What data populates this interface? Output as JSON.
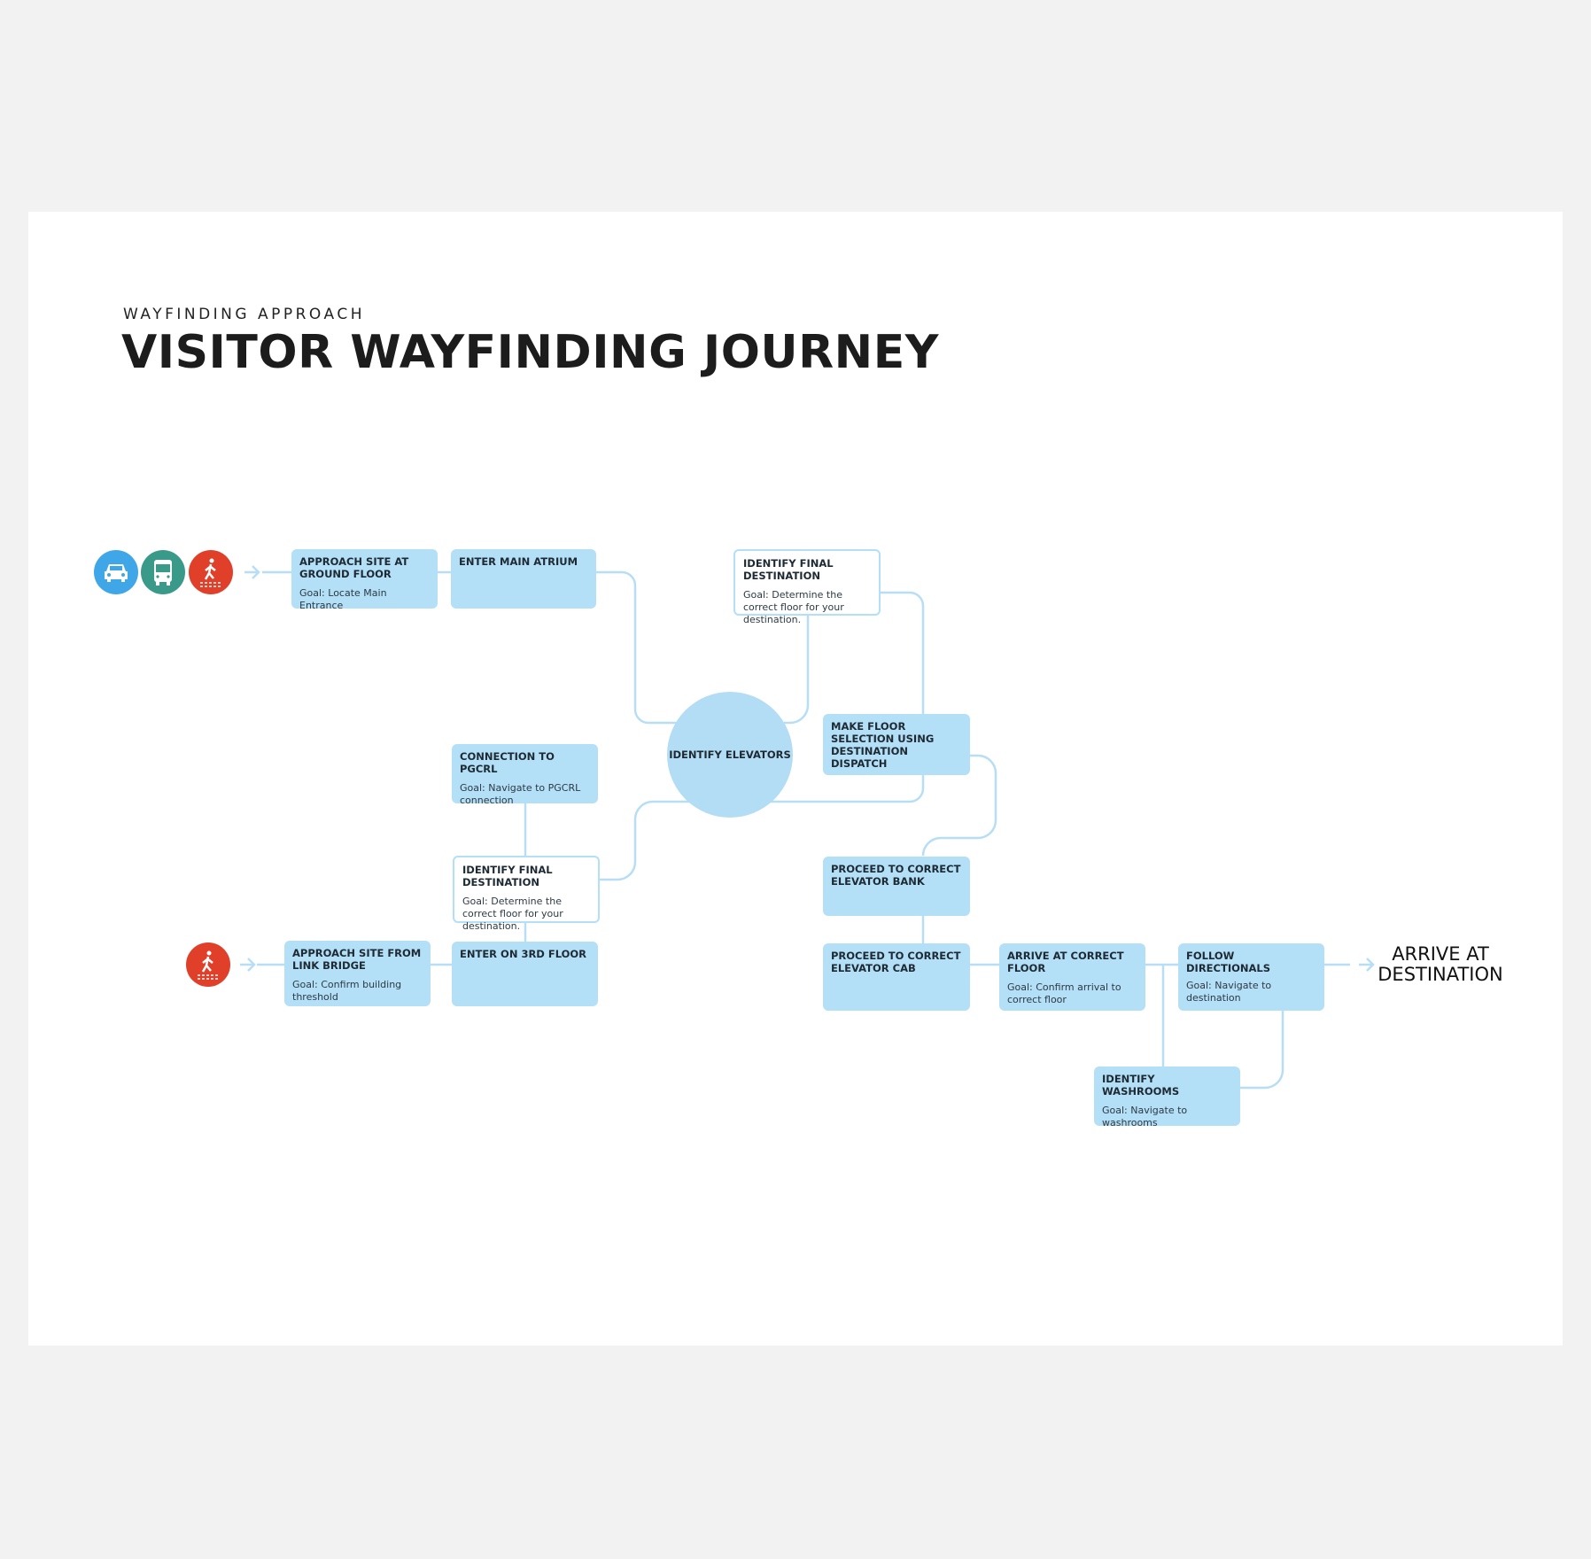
{
  "header": {
    "eyebrow": "WAYFINDING APPROACH",
    "title": "VISITOR WAYFINDING JOURNEY"
  },
  "colors": {
    "box": "#b3dff7",
    "line": "#b8def5",
    "car": "#3fa6e8",
    "bus": "#3a9a8a",
    "pedestrian": "#e0402a"
  },
  "start_icons": {
    "top": [
      "car-icon",
      "bus-icon",
      "pedestrian-icon"
    ],
    "bottom": [
      "pedestrian-icon"
    ]
  },
  "nodes": {
    "approach_ground": {
      "title": "APPROACH SITE AT GROUND FLOOR",
      "goal": "Goal: Locate Main Entrance"
    },
    "enter_atrium": {
      "title": "ENTER MAIN ATRIUM"
    },
    "final_dest_top": {
      "title": "IDENTIFY FINAL DESTINATION",
      "goal": "Goal: Determine the correct floor for your destination."
    },
    "identify_elevators": {
      "title": "IDENTIFY ELEVATORS"
    },
    "floor_selection": {
      "title": "MAKE FLOOR SELECTION USING DESTINATION DISPATCH"
    },
    "pgcrl": {
      "title": "CONNECTION TO PGCRL",
      "goal": "Goal: Navigate to PGCRL connection"
    },
    "final_dest_bottom": {
      "title": "IDENTIFY FINAL DESTINATION",
      "goal": "Goal: Determine the correct floor for your destination."
    },
    "enter_3rd": {
      "title": "ENTER ON 3RD FLOOR"
    },
    "approach_bridge": {
      "title": "APPROACH SITE FROM LINK BRIDGE",
      "goal": "Goal: Confirm building threshold"
    },
    "elevator_bank": {
      "title": "PROCEED TO CORRECT ELEVATOR BANK"
    },
    "elevator_cab": {
      "title": "PROCEED TO CORRECT ELEVATOR CAB"
    },
    "arrive_floor": {
      "title": "ARRIVE AT CORRECT FLOOR",
      "goal": "Goal: Confirm arrival to correct floor"
    },
    "directionals": {
      "title": "FOLLOW DIRECTIONALS",
      "goal": "Goal: Navigate to destination"
    },
    "washrooms": {
      "title": "IDENTIFY WASHROOMS",
      "goal": "Goal: Navigate to washrooms"
    }
  },
  "end": {
    "label": "ARRIVE AT DESTINATION"
  }
}
